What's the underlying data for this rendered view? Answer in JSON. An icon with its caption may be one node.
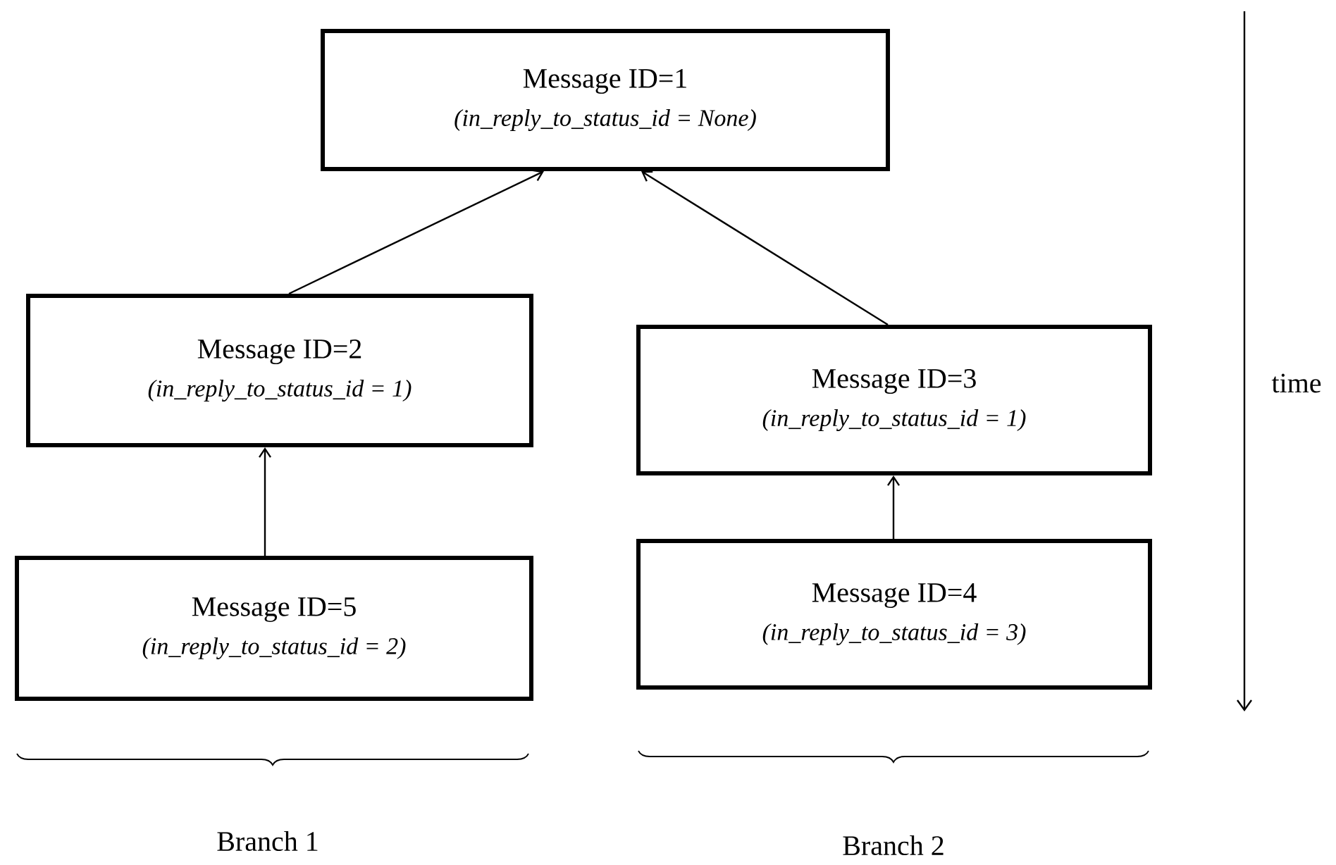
{
  "diagram": {
    "nodes": [
      {
        "text": [
          "Message ID=1",
          "(in_reply_to_status_id = None)"
        ]
      },
      {
        "text": [
          "Message ID=2",
          "(in_reply_to_status_id = 1)"
        ]
      },
      {
        "text": [
          "Message ID=3",
          "(in_reply_to_status_id = 1)"
        ]
      },
      {
        "text": [
          "Message ID=5",
          "(in_reply_to_status_id = 2)"
        ]
      },
      {
        "text": [
          "Message ID=4",
          "(in_reply_to_status_id = 3)"
        ]
      }
    ],
    "edges": [
      {
        "from": 1,
        "to": 0,
        "arrow": "to"
      },
      {
        "from": 2,
        "to": 0,
        "arrow": "to"
      },
      {
        "from": 3,
        "to": 1,
        "arrow": "to"
      },
      {
        "from": 4,
        "to": 2,
        "arrow": "to"
      }
    ],
    "labels": [
      "time",
      "Branch 1",
      "Branch 2"
    ]
  }
}
